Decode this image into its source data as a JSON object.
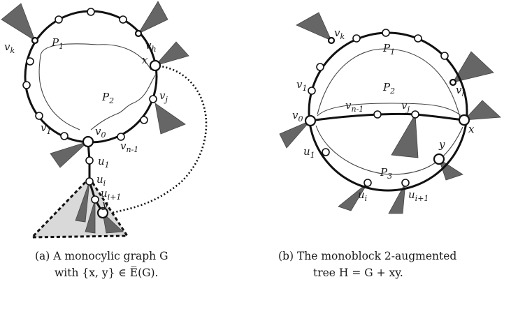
{
  "panel_a": {
    "labels": {
      "v_k": "v",
      "v_k_sub": "k",
      "v_h": "v",
      "v_h_sub": "h",
      "x": "x",
      "P1": "P",
      "P1_sub": "1",
      "P2": "P",
      "P2_sub": "2",
      "v_j": "v",
      "v_j_sub": "j",
      "v_1": "v",
      "v_1_sub": "1",
      "v_0": "v",
      "v_0_sub": "0",
      "v_n1": "v",
      "v_n1_sub": "n-1",
      "u_1": "u",
      "u_1_sub": "1",
      "u_i": "u",
      "u_i_sub": "i",
      "u_i1": "u",
      "u_i1_sub": "i+1",
      "y": "y"
    },
    "caption_line1": "(a) A monocylic graph G",
    "caption_line2": "with {x, y} ∈ E̅(G)."
  },
  "panel_b": {
    "labels": {
      "v_k": "v",
      "v_k_sub": "k",
      "P1": "P",
      "P1_sub": "1",
      "v_1": "v",
      "v_1_sub": "1",
      "P2": "P",
      "P2_sub": "2",
      "v_h": "v",
      "v_h_sub": "h",
      "v_n1": "v",
      "v_n1_sub": "n-1",
      "v_j": "v",
      "v_j_sub": "j",
      "v_0": "v",
      "v_0_sub": "0",
      "x": "x",
      "y": "y",
      "u_1": "u",
      "u_1_sub": "1",
      "P3": "P",
      "P3_sub": "3",
      "u_i": "u",
      "u_i_sub": "i",
      "u_i1": "u",
      "u_i1_sub": "i+1"
    },
    "caption_line1": "(b) The monoblock 2-augmented",
    "caption_line2": "tree H = G + xy."
  }
}
